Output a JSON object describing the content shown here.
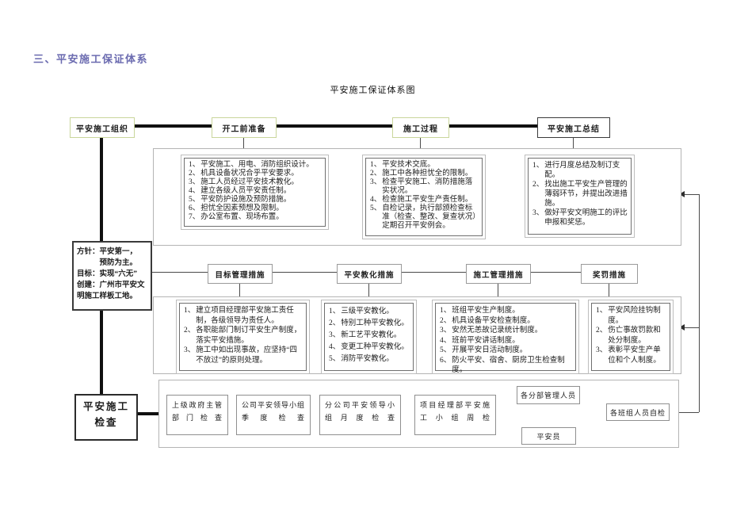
{
  "page": {
    "section_heading": "三、平安施工保证体系",
    "diagram_title": "平安施工保证体系图"
  },
  "colors": {
    "heading_text": "#6b6bb0",
    "stage_border": "#c9d69b",
    "dark_border": "#2b2b2b",
    "thin_line": "#4a4a4a",
    "thick_line": "#101010"
  },
  "stages": [
    {
      "label": "平安施工组织"
    },
    {
      "label": "开工前准备",
      "items": [
        "平安施工、用电、消防组织设计。",
        "机具设备状况合乎平安要求。",
        "施工人员经过平安技术教化。",
        "建立各级人员平安责任制。",
        "平安防护设施及预防措施。",
        "担忧全因素预想及限制。",
        "办公室布置、现场布置。"
      ]
    },
    {
      "label": "施工过程",
      "items": [
        "平安技术交底。",
        "施工中各种担忧全的限制。",
        "检查平安施工、消防措施落实状况。",
        "检查施工平安生产责任制。",
        "自检记录，执行部颁检查标准（检查、整改、复查状况）定期召开平安例会。"
      ]
    },
    {
      "label": "平安施工总结",
      "items": [
        "进行月度总结及制订支配。",
        "找出施工平安生产管理的薄弱环节，并提出改进措施。",
        "做好平安文明施工的评比申报和奖惩。"
      ]
    }
  ],
  "policy": {
    "lines": [
      "方针：平安第一，",
      "　　　预防为主。",
      "目标：实现“六无”",
      "创建：广州市平安文",
      "明施工样板工地。"
    ]
  },
  "measures": [
    {
      "label": "目标管理措施",
      "items": [
        "建立项目经理部平安施工责任制，各级领导为责任人。",
        "各职能部门制订平安生产制度，落实平安措施。",
        "施工中如出现事故，应坚持“四不放过”的原则处理。"
      ]
    },
    {
      "label": "平安教化措施",
      "items": [
        "三级平安教化。",
        "特别工种平安教化。",
        "新工艺平安教化。",
        "变更工种平安教化。",
        "消防平安教化。"
      ]
    },
    {
      "label": "施工管理措施",
      "items": [
        "班组平安生产制度。",
        "机具设备平安检查制度。",
        "安然无恙故记录统计制度。",
        "班前平安讲话制度。",
        "开展平安日活动制度。",
        "防火平安、宿舍、厨房卫生检查制度。"
      ]
    },
    {
      "label": "奖罚措施",
      "items": [
        "平安风险挂钩制度。",
        "伤亡事故罚款和处分制度。",
        "表彰平安生产单位和个人制度。"
      ]
    }
  ],
  "inspection": {
    "label_line1": "平安施工",
    "label_line2": "检查",
    "chain": [
      "上级政府主管部门检查",
      "公司平安领导小组季度检查",
      "分公司平安领导小组月度检查",
      "项目经理部平安施工小组周检"
    ],
    "branches": [
      "各分部管理人员",
      "平安员"
    ],
    "final": "各班组人员自检"
  }
}
